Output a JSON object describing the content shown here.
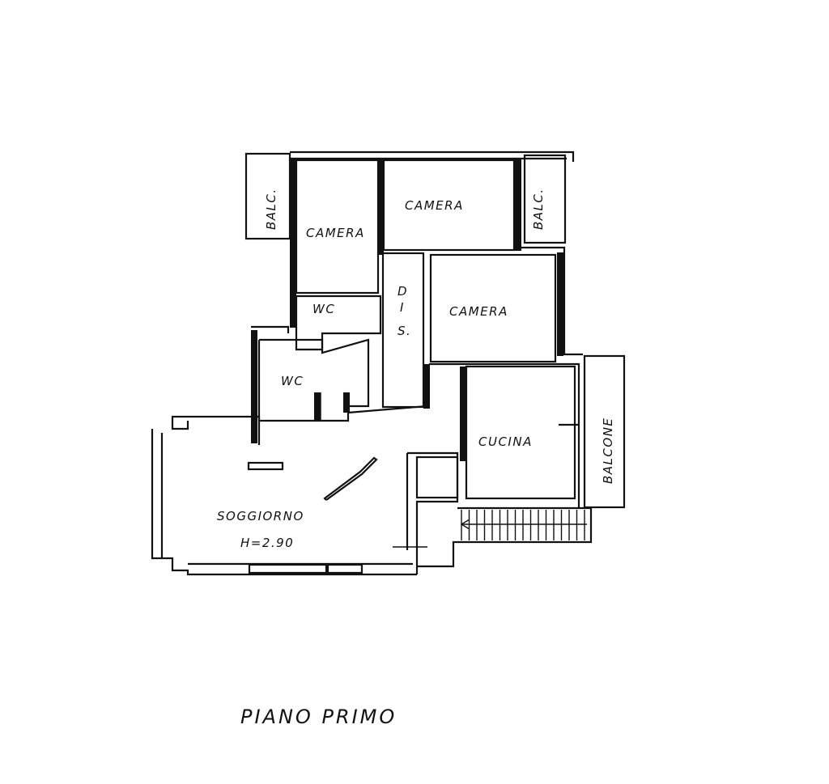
{
  "plan": {
    "rooms": {
      "camera_1": "CAMERA",
      "camera_2": "CAMERA",
      "camera_3": "CAMERA",
      "dis_1": "D",
      "dis_2": "I",
      "dis_3": "S.",
      "wc_1": "WC",
      "wc_2": "WC",
      "cucina": "CUCINA",
      "soggiorno": "SOGGIORNO",
      "soggiorno_height": "H=2.90",
      "balc_left": "BALC.",
      "balc_right": "BALC.",
      "balcone": "BALCONE"
    },
    "title": "PIANO PRIMO"
  }
}
